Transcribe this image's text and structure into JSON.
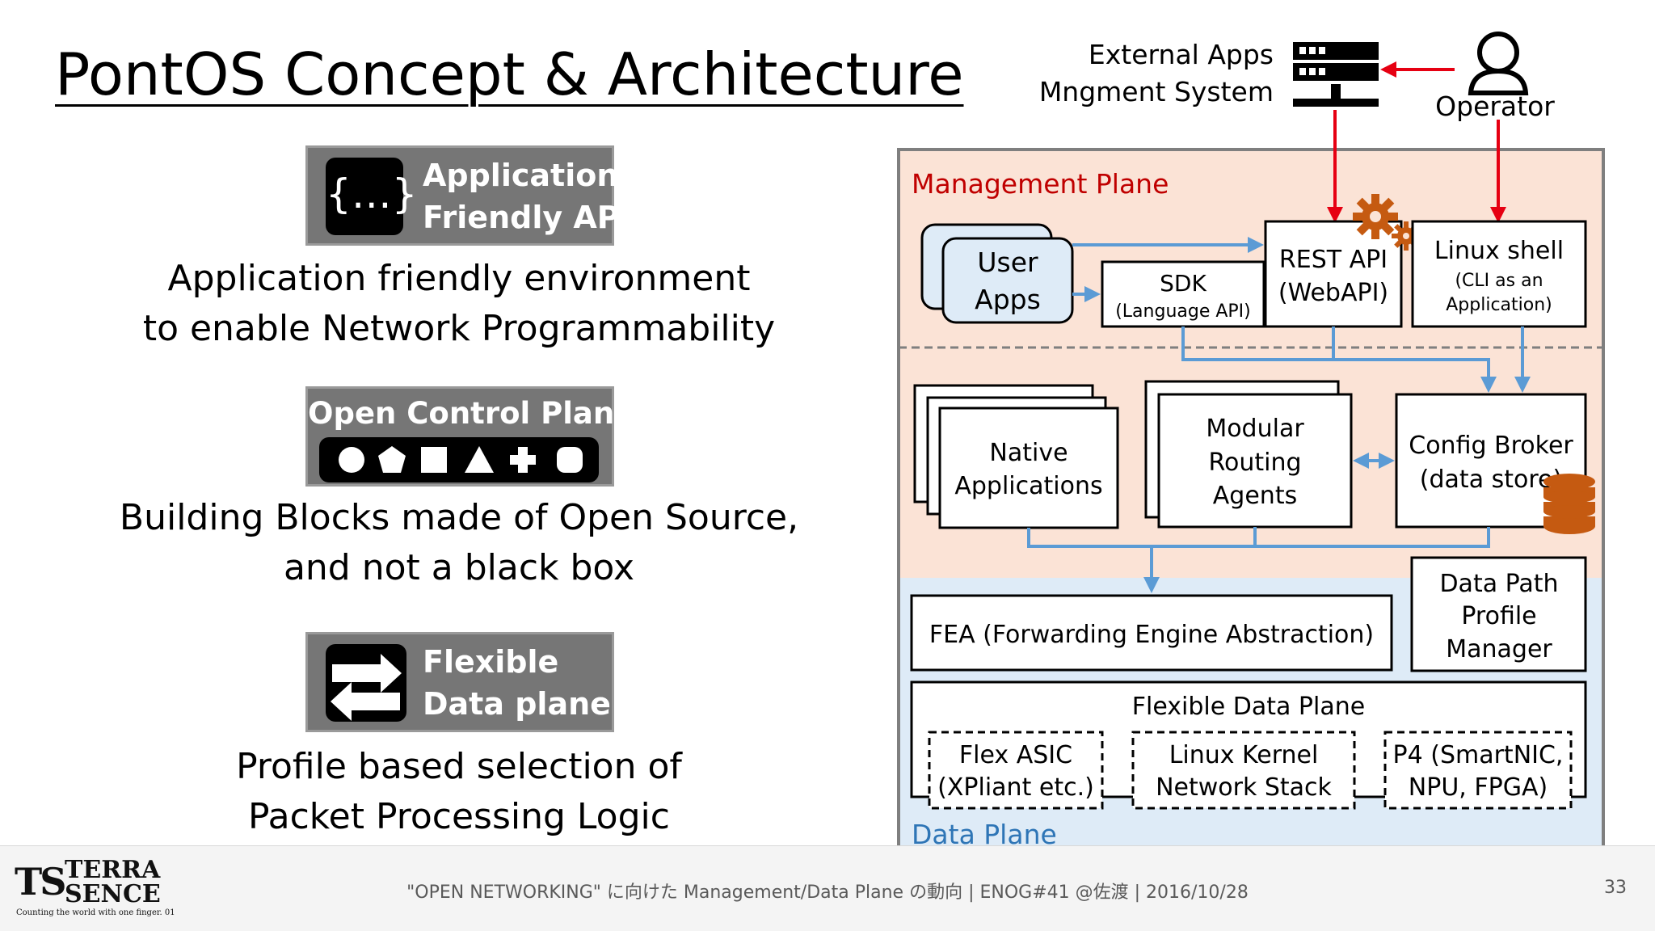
{
  "title": "PontOS Concept & Architecture",
  "left": {
    "badge1": {
      "icon_text": "{…}",
      "line1": "Application",
      "line2": "Friendly API"
    },
    "desc1": {
      "line1": "Application friendly environment",
      "line2": "to enable Network Programmability"
    },
    "badge2": {
      "label": "Open Control Plane"
    },
    "desc2": {
      "line1": "Building Blocks made of Open Source,",
      "line2": "and not a black box"
    },
    "badge3": {
      "line1": "Flexible",
      "line2": "Data plane"
    },
    "desc3": {
      "line1": "Profile based selection of",
      "line2": "Packet Processing Logic"
    }
  },
  "diagram": {
    "external": {
      "line1": "External Apps",
      "line2": "Mngment System"
    },
    "operator": "Operator",
    "management_plane": "Management Plane",
    "data_plane": "Data Plane",
    "user_apps": {
      "line1": "User",
      "line2": "Apps"
    },
    "sdk": {
      "line1": "SDK",
      "line2": "(Language API)"
    },
    "rest_api": {
      "line1": "REST API",
      "line2": "(WebAPI)"
    },
    "linux_shell": {
      "line1": "Linux shell",
      "line2": "(CLI as an",
      "line3": "Application)"
    },
    "native_apps": {
      "line1": "Native",
      "line2": "Applications"
    },
    "routing": {
      "line1": "Modular",
      "line2": "Routing",
      "line3": "Agents"
    },
    "config_broker": {
      "line1": "Config Broker",
      "line2": "(data store)"
    },
    "fea": "FEA (Forwarding Engine Abstraction)",
    "dp_profile": {
      "line1": "Data Path",
      "line2": "Profile",
      "line3": "Manager"
    },
    "flex_dp": "Flexible Data Plane",
    "flex_asic": {
      "line1": "Flex ASIC",
      "line2": "(XPliant etc.)"
    },
    "linux_kernel": {
      "line1": "Linux Kernel",
      "line2": "Network Stack"
    },
    "p4": {
      "line1": "P4 (SmartNIC,",
      "line2": "NPU, FPGA)"
    },
    "colors": {
      "mgmt_bg": "#fbe3d6",
      "data_bg": "#deebf7",
      "red": "#e60012",
      "blue": "#5b9bd5",
      "gear": "#c55a11"
    }
  },
  "footer": {
    "text": "\"OPEN NETWORKING\" に向けた Management/Data Plane の動向 | ENOG#41 @佐渡 | 2016/10/28",
    "page": "33",
    "logo_ts": "TS",
    "logo_terra": "TERRA",
    "logo_sence": "SENCE",
    "logo_tag": "Counting the world with one finger. 01"
  }
}
